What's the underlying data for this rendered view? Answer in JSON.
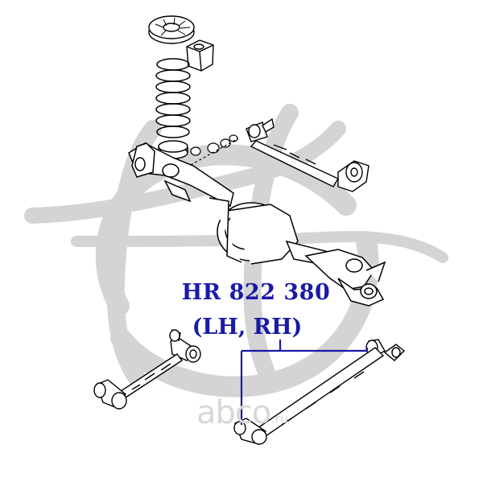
{
  "diagram": {
    "part_number": "HR 822 380",
    "side": "(LH, RH)",
    "watermark_main": "abco",
    "watermark_tld": ".ru",
    "colors": {
      "logo_gray": "#d2d2d2",
      "line_art": "#000000",
      "label_blue": "#1a1aa8",
      "leader_blue": "#1a1aa8",
      "watermark": "#d8d8d8"
    },
    "icons": [
      "brand-logo-watermark",
      "spring-seat",
      "coil-spring",
      "bump-stop",
      "rear-axle",
      "lateral-rod",
      "trailing-arm",
      "bushing"
    ]
  }
}
